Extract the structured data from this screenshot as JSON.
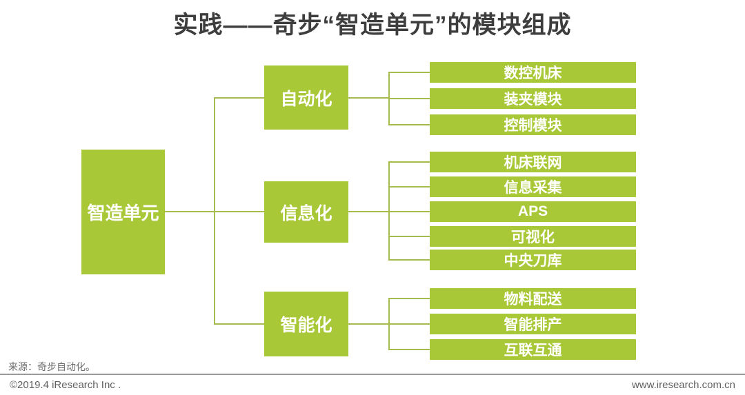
{
  "title": "实践——奇步“智造单元”的模块组成",
  "colors": {
    "node_green": "#a9c838",
    "connector_green": "#a6bb4e",
    "title_gray": "#3d3d3d",
    "footer_gray": "#5f5f5f"
  },
  "tree": {
    "root": "智造单元",
    "groups": [
      {
        "label": "自动化",
        "children": [
          "数控机床",
          "装夹模块",
          "控制模块"
        ]
      },
      {
        "label": "信息化",
        "children": [
          "机床联网",
          "信息采集",
          "APS",
          "可视化",
          "中央刀库"
        ]
      },
      {
        "label": "智能化",
        "children": [
          "物料配送",
          "智能排产",
          "互联互通"
        ]
      }
    ]
  },
  "footer": {
    "source": "来源：奇步自动化。",
    "copyright": "©2019.4 iResearch Inc .",
    "website": "www.iresearch.com.cn"
  }
}
